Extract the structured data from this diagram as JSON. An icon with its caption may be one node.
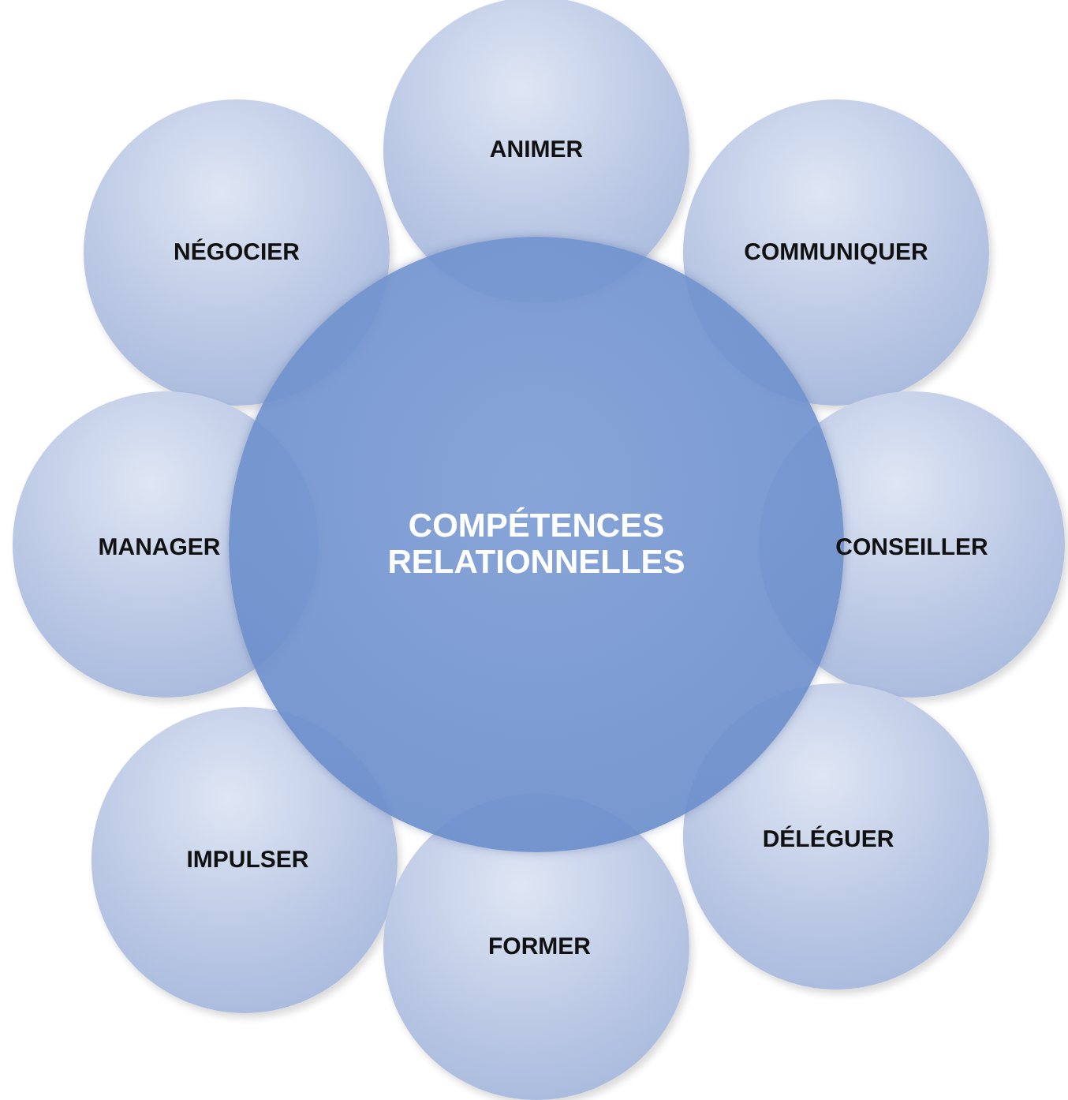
{
  "diagram": {
    "nodes": [
      {
        "text": [
          "ANIMER"
        ]
      },
      {
        "text": [
          "NÉGOCIER"
        ]
      },
      {
        "text": [
          "COMMUNIQUER"
        ]
      },
      {
        "text": [
          "MANAGER"
        ]
      },
      {
        "text": [
          "COMPÉTENCES RELATIONNELLES"
        ]
      },
      {
        "text": [
          "CONSEILLER"
        ]
      },
      {
        "text": [
          "IMPULSER"
        ]
      },
      {
        "text": [
          "DÉLÉGUER"
        ]
      },
      {
        "text": [
          "FORMER"
        ]
      }
    ],
    "edges": []
  }
}
